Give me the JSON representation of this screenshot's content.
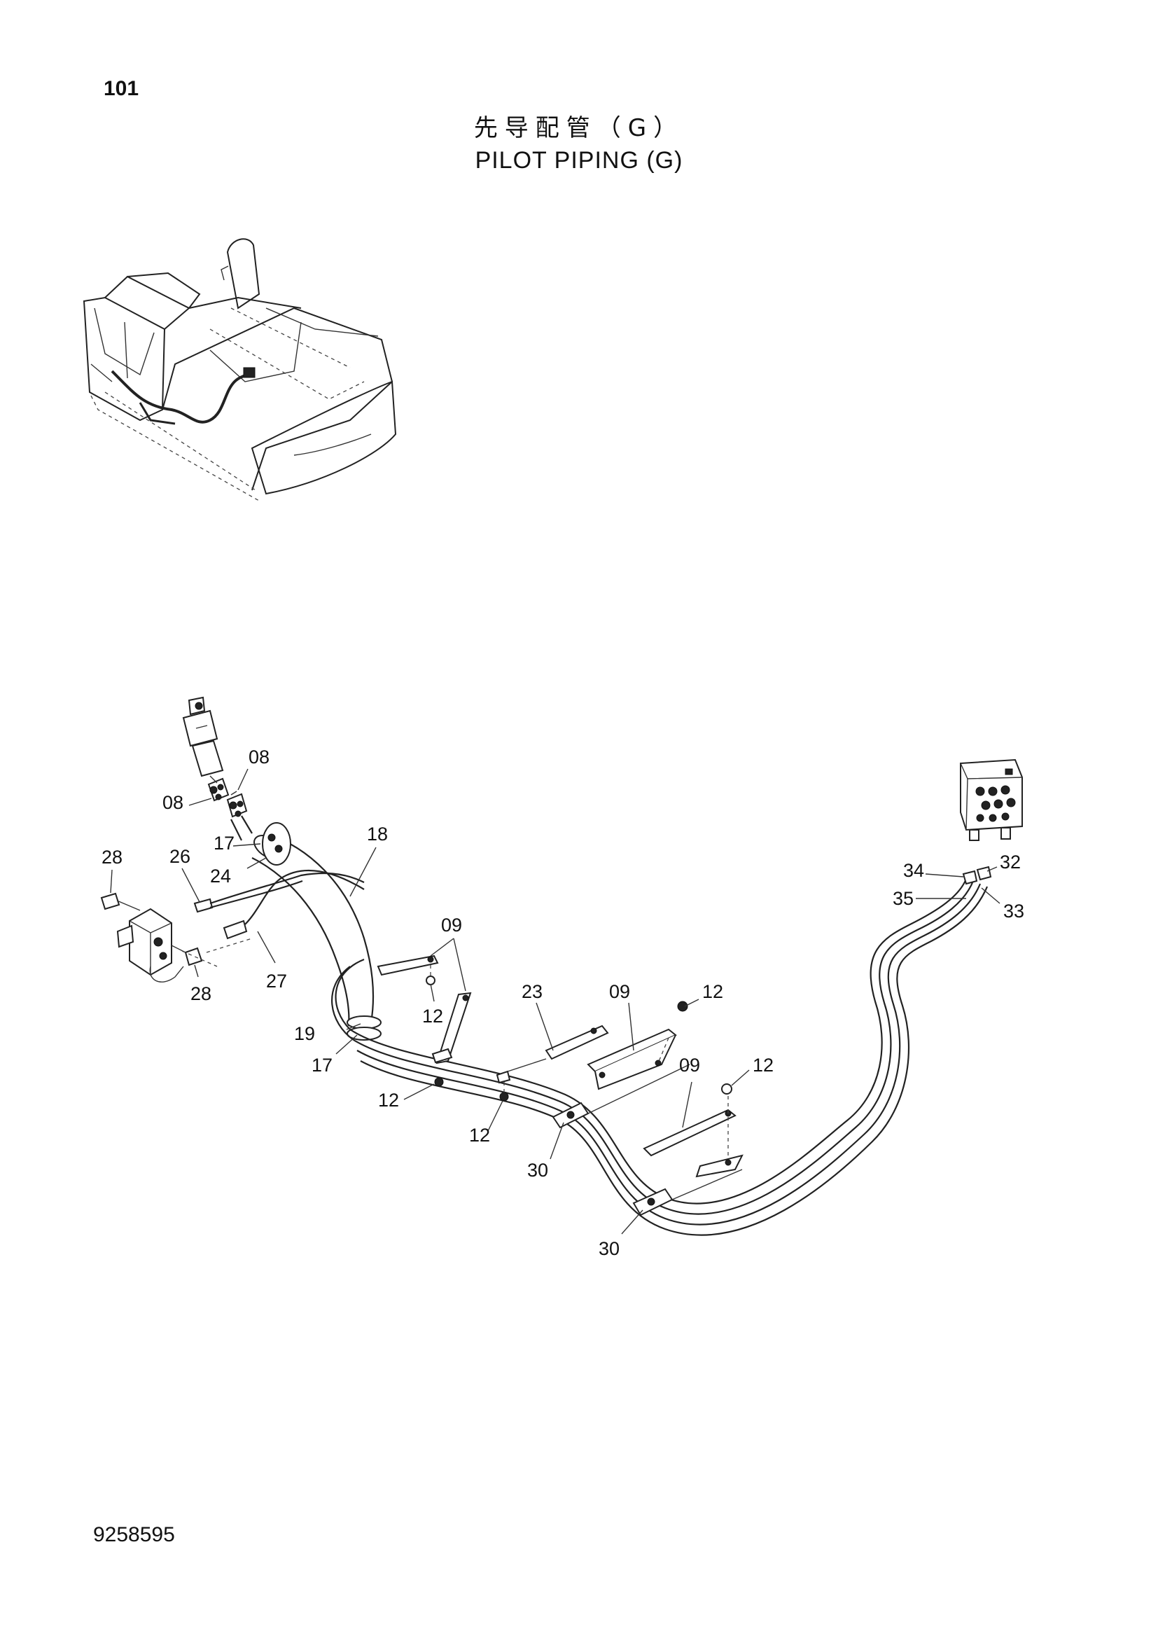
{
  "header": {
    "page_number": "101",
    "title_cn": "先导配管（G）",
    "title_en": "PILOT PIPING (G)"
  },
  "footer": {
    "document_number": "9258595"
  },
  "callouts": {
    "c08a": "08",
    "c08b": "08",
    "c17a": "17",
    "c24": "24",
    "c18": "18",
    "c28a": "28",
    "c26": "26",
    "c28b": "28",
    "c27": "27",
    "c09a": "09",
    "c12a": "12",
    "c19": "19",
    "c17b": "17",
    "c23": "23",
    "c09b": "09",
    "c12b": "12",
    "c12c": "12",
    "c12d": "12",
    "c09c": "09",
    "c12e": "12",
    "c30a": "30",
    "c30b": "30",
    "c34": "34",
    "c32": "32",
    "c35": "35",
    "c33": "33"
  }
}
